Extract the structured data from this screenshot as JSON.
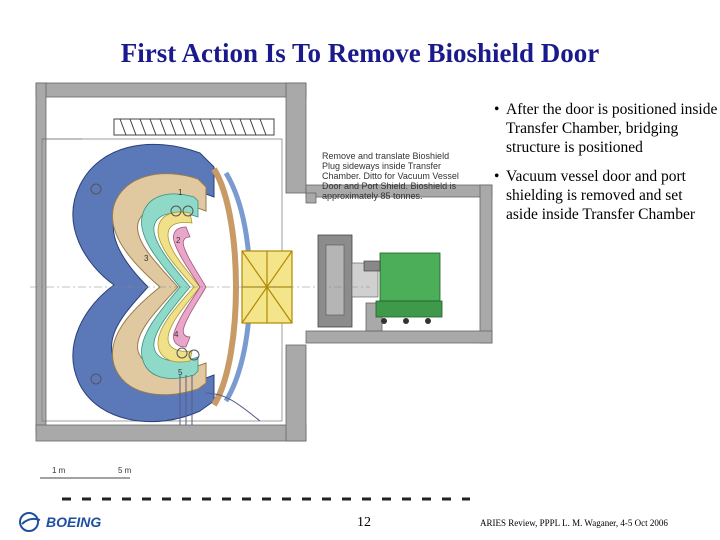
{
  "slide": {
    "title": "First Action Is To Remove Bioshield Door",
    "page_number": "12",
    "credit": "ARIES Review, PPPL  L. M. Waganer, 4-5 Oct 2006",
    "logo_text": "BOEING"
  },
  "bullets": [
    "After the door is positioned inside Transfer Chamber, bridging structure is positioned",
    "Vacuum vessel door and port shielding is removed and set aside inside Transfer Chamber"
  ],
  "drawing": {
    "note_lines": [
      "Remove and translate Bioshield",
      "Plug sideways inside Transfer",
      "Chamber.   Ditto for Vacuum Vessel",
      "Door and Port Shield.  Bioshield is",
      "approximately 85 tonnes."
    ],
    "scale_labels": [
      "1 m",
      "5 m"
    ],
    "coil_labels": [
      "1",
      "2",
      "3",
      "4",
      "5"
    ]
  }
}
